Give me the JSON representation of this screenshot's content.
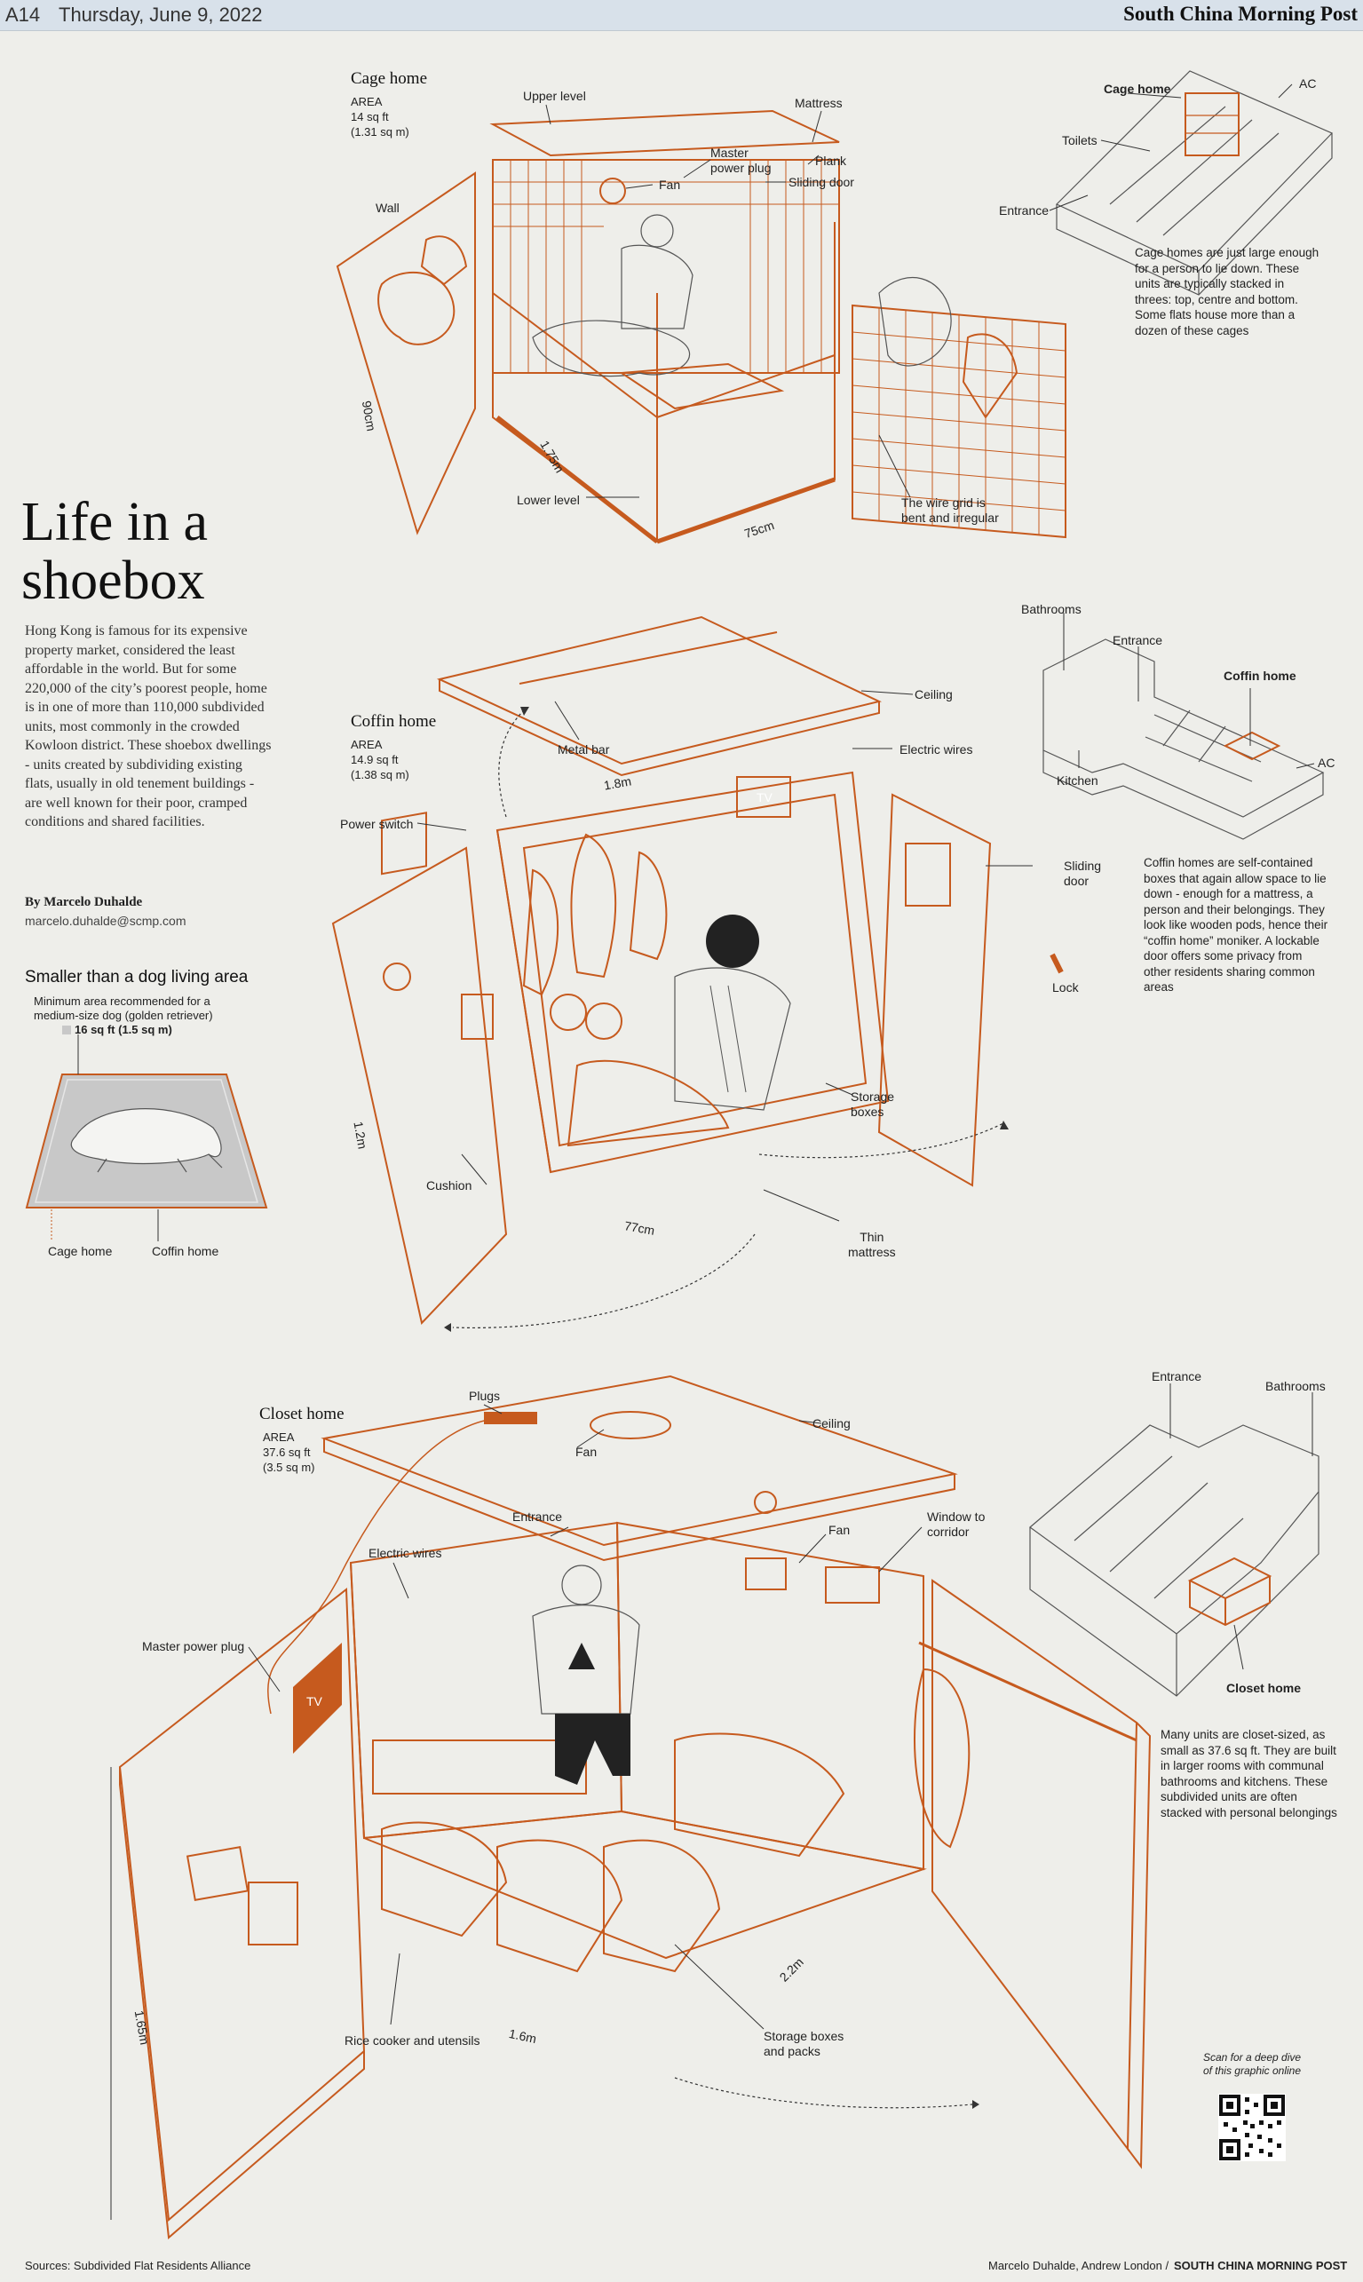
{
  "header": {
    "page": "A14",
    "date": "Thursday, June 9, 2022",
    "masthead": "South China Morning Post"
  },
  "headline": {
    "line1": "Life in a",
    "line2": "shoebox"
  },
  "intro": "Hong Kong is famous for its expensive property market, considered the least affordable in the world. But for some 220,000 of the city’s poorest people, home is in one of more than 110,000 subdivided units, most commonly in the crowded Kowloon district. These shoebox dwellings - units created by subdividing existing flats, usually in old tenement buildings - are well known for their poor, cramped conditions and shared facilities.",
  "byline": {
    "author": "By Marcelo Duhalde",
    "email": "marcelo.duhalde@scmp.com"
  },
  "dog_box": {
    "title": "Smaller than a dog living area",
    "subtitle": "Minimum area recommended for a medium-size dog (golden retriever)",
    "area": "16 sq ft (1.5 sq m)",
    "cage_label": "Cage home",
    "coffin_label": "Coffin home"
  },
  "cage": {
    "title": "Cage home",
    "area_label": "AREA",
    "area_ft": "14 sq ft",
    "area_m": "(1.31 sq m)",
    "labels": {
      "upper": "Upper level",
      "mattress": "Mattress",
      "plug": "Master\npower plug",
      "plank": "Plank",
      "fan": "Fan",
      "door": "Sliding door",
      "wall": "Wall",
      "h": "90cm",
      "d": "1.75m",
      "lower": "Lower level",
      "w": "75cm",
      "grid": "The wire grid is\nbent and irregular"
    },
    "plan": {
      "title": "Cage home",
      "ac": "AC",
      "toilets": "Toilets",
      "entrance": "Entrance"
    },
    "note": "Cage homes are just large enough for a person to lie down. These units are typically stacked in threes: top, centre and bottom. Some flats house more than a dozen of these cages"
  },
  "coffin": {
    "title": "Coffin home",
    "area_label": "AREA",
    "area_ft": "14.9 sq ft",
    "area_m": "(1.38 sq m)",
    "labels": {
      "ceiling": "Ceiling",
      "bar": "Metal bar",
      "wires": "Electric wires",
      "len": "1.8m",
      "tv": "TV",
      "switch": "Power switch",
      "sliding": "Sliding\ndoor",
      "lock": "Lock",
      "h": "1.2m",
      "storage": "Storage\nboxes",
      "cushion": "Cushion",
      "w": "77cm",
      "mattress": "Thin\nmattress"
    },
    "plan": {
      "bathrooms": "Bathrooms",
      "entrance": "Entrance",
      "title": "Coffin home",
      "kitchen": "Kitchen",
      "ac": "AC"
    },
    "note": "Coffin homes are self-contained boxes that again allow space to lie down - enough for a mattress, a person and their belongings. They look like wooden pods, hence their “coffin home” moniker. A lockable door offers some privacy from other residents sharing common areas"
  },
  "closet": {
    "title": "Closet home",
    "area_label": "AREA",
    "area_ft": "37.6 sq ft",
    "area_m": "(3.5 sq m)",
    "labels": {
      "plugs": "Plugs",
      "ceiling": "Ceiling",
      "fan_top": "Fan",
      "entrance": "Entrance",
      "fan": "Fan",
      "window": "Window to\ncorridor",
      "wires": "Electric wires",
      "master": "Master power plug",
      "tv": "TV",
      "h": "1.65m",
      "d": "2.2m",
      "rice": "Rice cooker and utensils",
      "w": "1.6m",
      "storage": "Storage boxes\nand packs"
    },
    "plan": {
      "entrance": "Entrance",
      "bathrooms": "Bathrooms",
      "title": "Closet home"
    },
    "note": "Many units are closet-sized, as small as 37.6 sq ft. They are built in larger rooms with communal bathrooms and kitchens. These subdivided units are often stacked with personal belongings"
  },
  "qr": {
    "caption": "Scan for a deep dive\nof this graphic online"
  },
  "footer": {
    "sources": "Sources: Subdivided Flat Residents Alliance",
    "credits": "Marcelo Duhalde, Andrew London /",
    "brand": "SOUTH CHINA MORNING POST"
  },
  "colors": {
    "accent": "#c65a1e",
    "background": "#eeeeea",
    "header": "#d8e1ea"
  }
}
